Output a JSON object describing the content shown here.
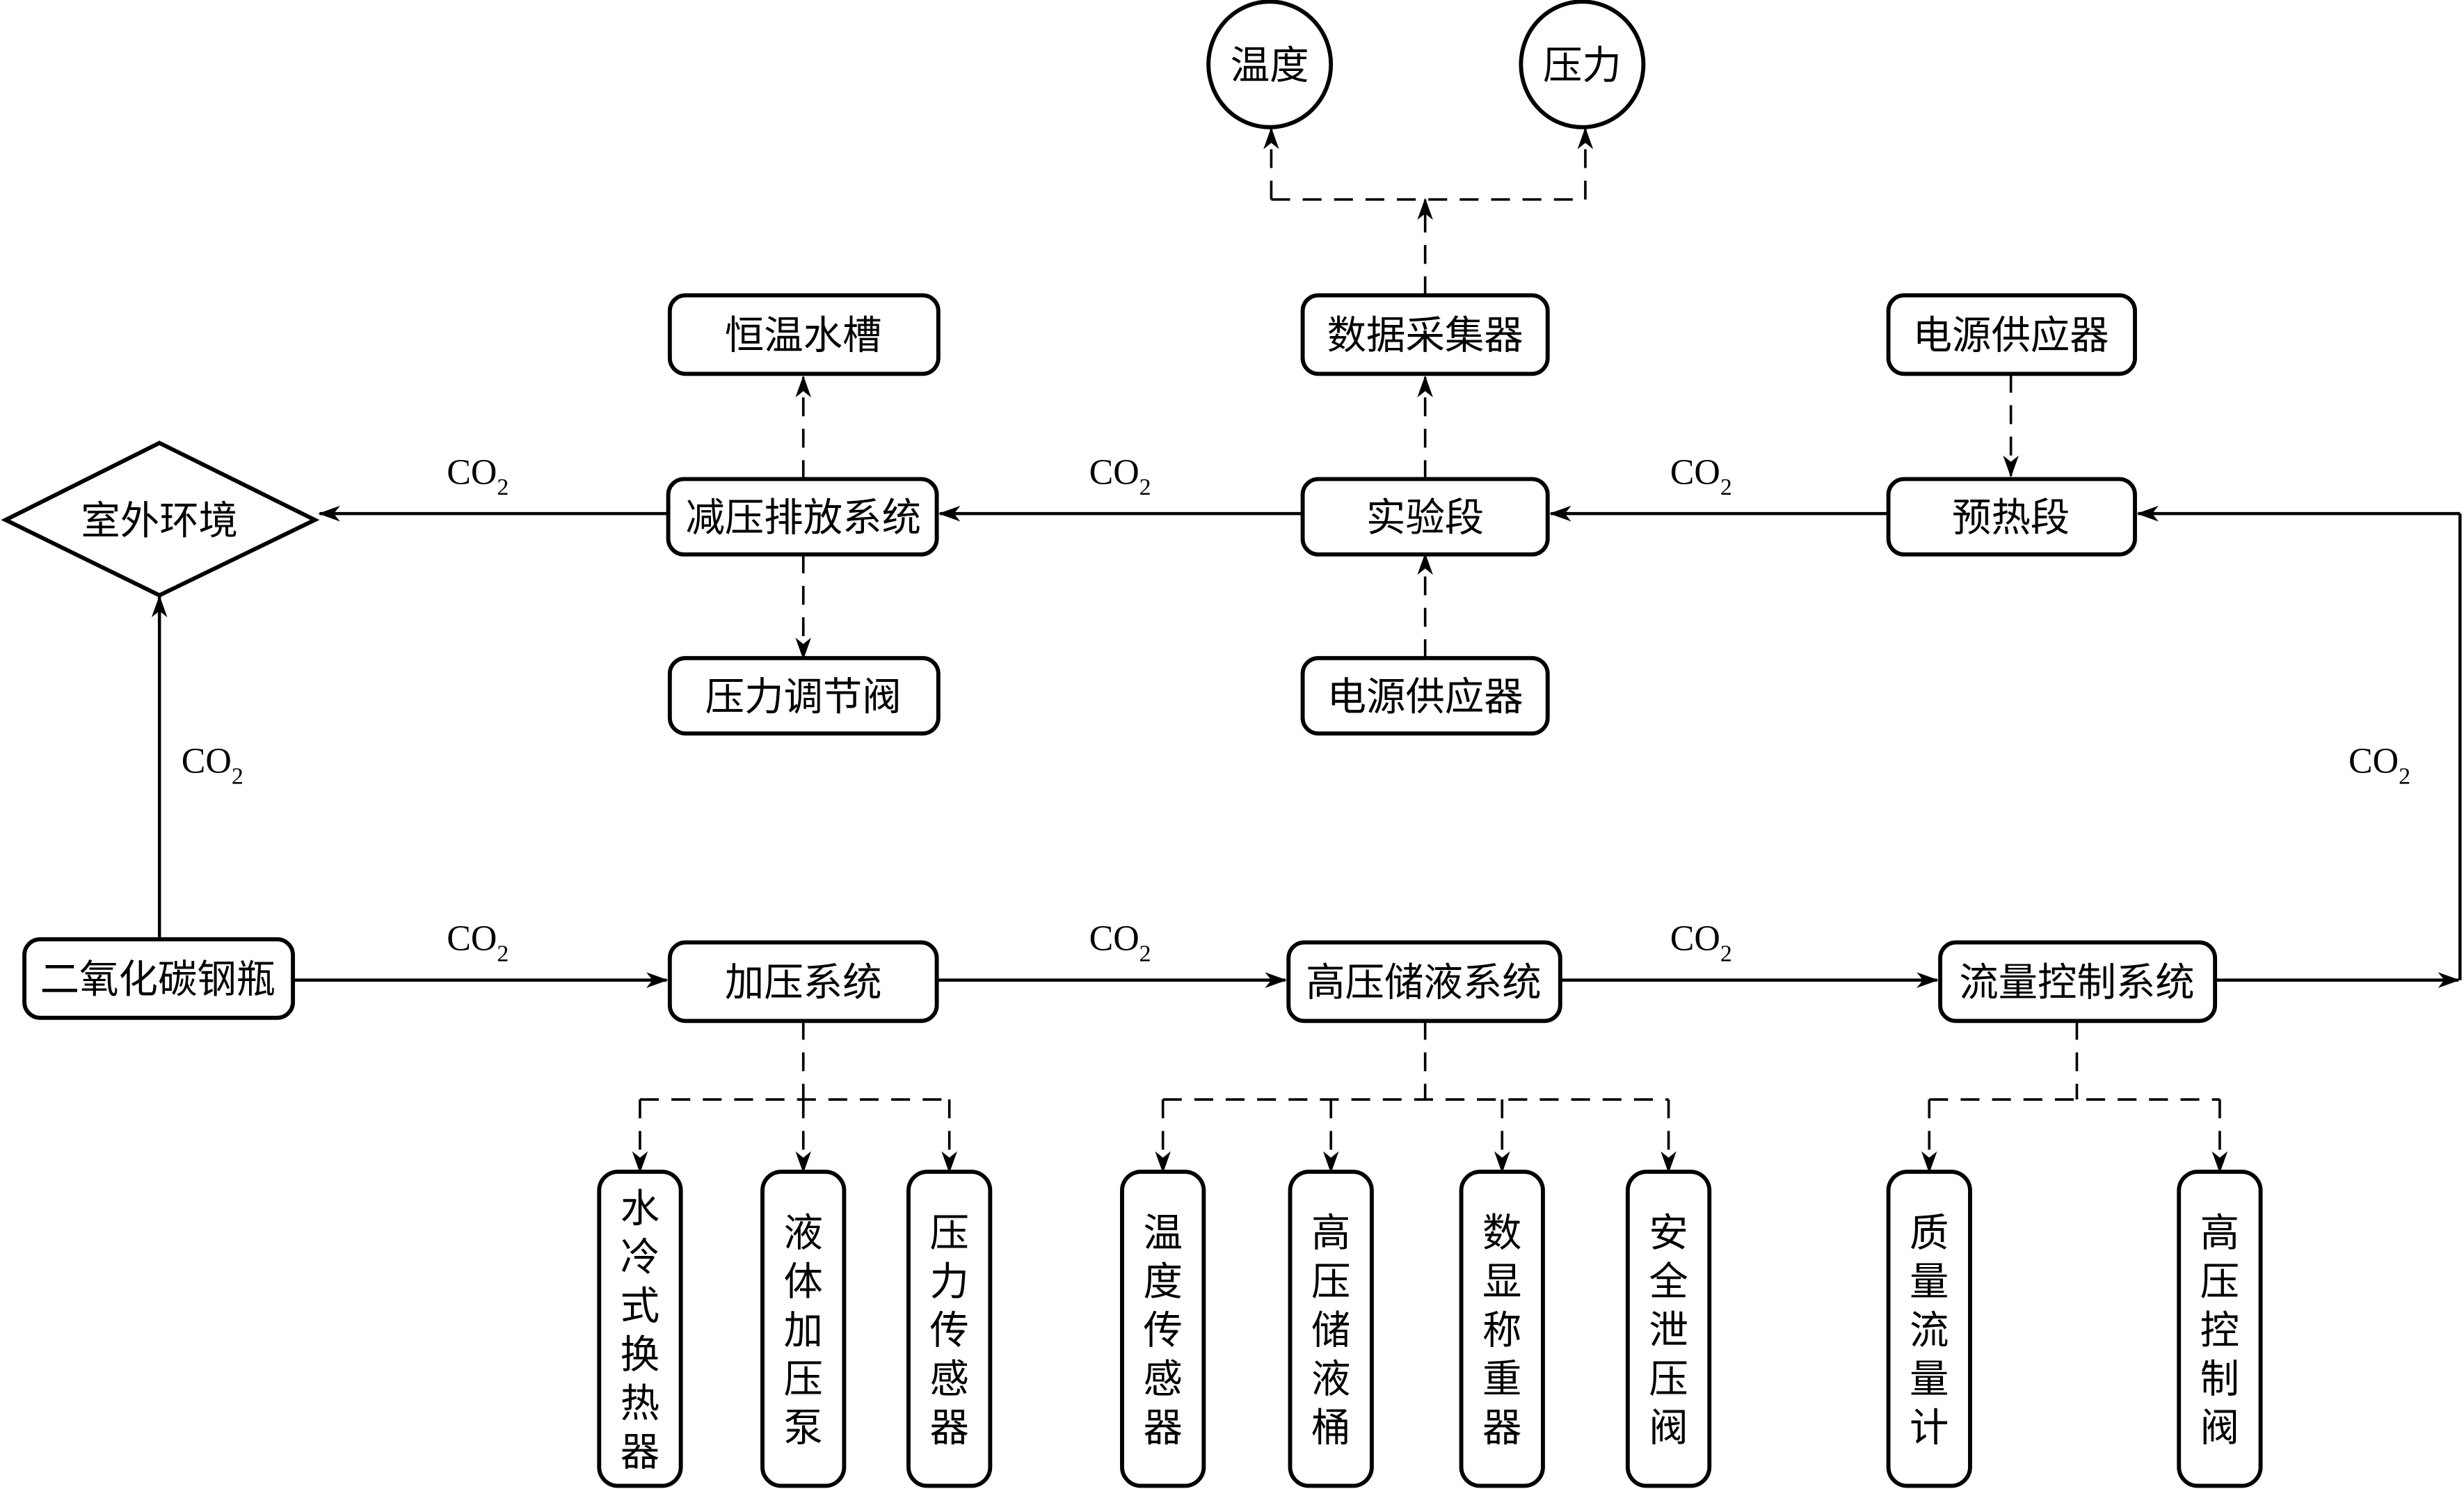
{
  "diagram": {
    "type": "process-flow",
    "flow_label": "CO",
    "flow_label_subscript": "2",
    "nodes": {
      "outdoor": "室外环境",
      "cylinder": "二氧化碳钢瓶",
      "pressurize": "加压系统",
      "storage": "高压储液系统",
      "flowctrl": "流量控制系统",
      "preheat": "预热段",
      "test": "实验段",
      "relief": "减压排放系统",
      "bath": "恒温水槽",
      "pvalve": "压力调节阀",
      "daq": "数据采集器",
      "psu_top": "电源供应器",
      "psu_mid": "电源供应器",
      "temp": "温度",
      "pressure": "压力"
    },
    "vertical_nodes": {
      "hx": "水冷式换热器",
      "pump": "液体加压泵",
      "psensor": "压力传感器",
      "tsensor": "温度传感器",
      "tank": "高压储液桶",
      "scale": "数显称重器",
      "safety": "安全泄压阀",
      "mfm": "质量流量计",
      "hpvalve": "高压控制阀"
    }
  }
}
